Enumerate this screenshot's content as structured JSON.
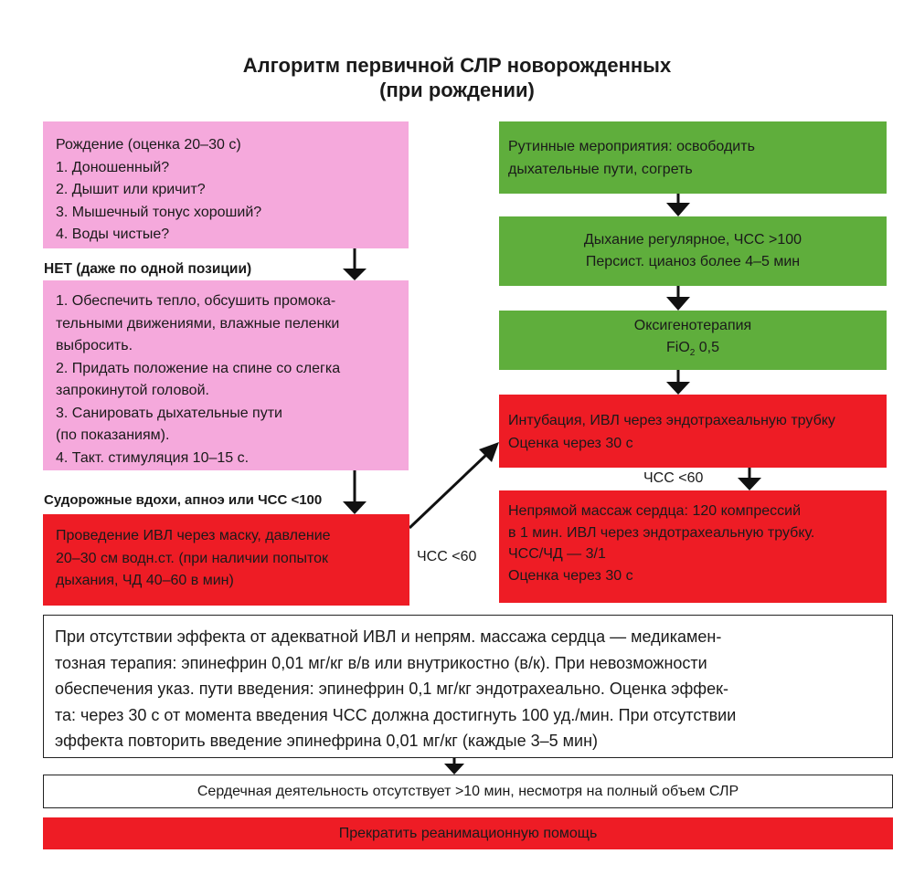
{
  "title": {
    "line1": "Алгоритм первичной СЛР новорожденных",
    "line2": "(при рождении)"
  },
  "left": {
    "birth_box": [
      "Рождение (оценка 20–30 с)",
      "1. Доношенный?",
      "2. Дышит или кричит?",
      "3. Мышечный тонус хороший?",
      "4. Воды чистые?"
    ],
    "no_label": "НЕТ (даже по одной позиции)",
    "steps_box": [
      "1. Обеспечить тепло, обсушить промока-",
      "тельными движениями, влажные пеленки",
      "выбросить.",
      "2. Придать положение на спине со слегка",
      "запрокинутой головой.",
      "3. Санировать дыхательные пути",
      "(по показаниям).",
      "4. Такт. стимуляция 10–15 с."
    ],
    "gasping_label": "Судорожные вдохи, апноэ или ЧСС <100",
    "ventilation_box": [
      "Проведение ИВЛ через маску, давление",
      "20–30 см водн.ст. (при наличии попыток",
      "дыхания, ЧД 40–60 в мин)"
    ],
    "hr_label": "ЧСС <60"
  },
  "right": {
    "routine_box": [
      "Рутинные мероприятия: освободить",
      "дыхательные пути, согреть"
    ],
    "breathing_box": [
      "Дыхание регулярное, ЧСС >100",
      "Персист. цианоз более 4–5 мин"
    ],
    "oxygen_box": {
      "line1": "Оксигенотерапия",
      "fio": "FiO",
      "sub": "2",
      "value": " 0,5"
    },
    "intubation_box": [
      "Интубация, ИВЛ через эндотрахеальную трубку",
      "Оценка через 30 с"
    ],
    "hr_label": "ЧСС <60",
    "massage_box": [
      "Непрямой массаж сердца: 120 компрессий",
      "в 1 мин. ИВЛ через эндотрахеальную трубку.",
      "ЧСС/ЧД — 3/1",
      "Оценка через 30 с"
    ]
  },
  "medication_box": [
    "При отсутствии эффекта от адекватной ИВЛ и непрям. массажа сердца — медикамен-",
    "тозная терапия: эпинефрин 0,01 мг/кг в/в или внутрикостно (в/к). При невозможности",
    "обеспечения указ. пути введения: эпинефрин 0,1 мг/кг эндотрахеально. Оценка эффек-",
    "та: через 30 с от момента введения ЧСС должна достигнуть 100 уд./мин. При отсутствии",
    "эффекта повторить введение эпинефрина 0,01 мг/кг (каждые 3–5 мин)"
  ],
  "no_activity_box": "Сердечная деятельность отсутствует >10 мин, несмотря на полный объем СЛР",
  "stop_box": "Прекратить реанимационную помощь",
  "colors": {
    "pink": "#f5a9dc",
    "green": "#5fae3c",
    "red": "#ee1c25"
  }
}
